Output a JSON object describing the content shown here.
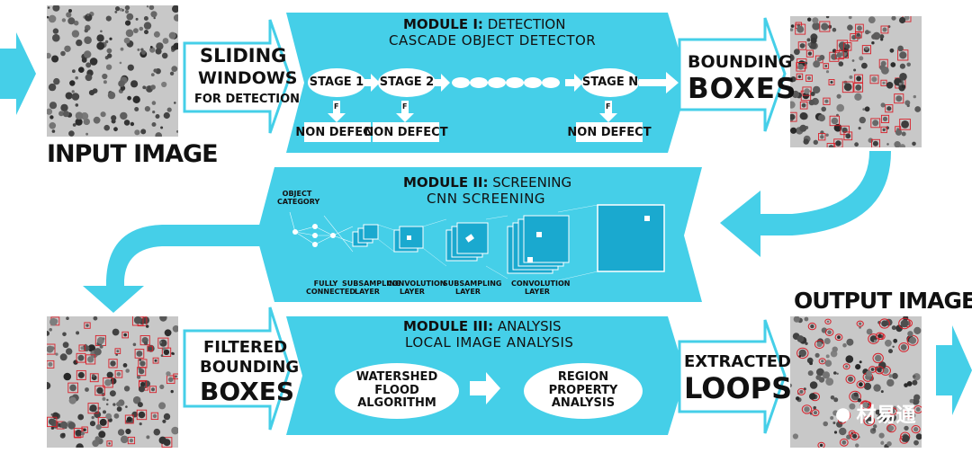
{
  "colors": {
    "accent": "#45cfe8",
    "accent_dark": "#1aa9cf",
    "box_red": "#d8202a",
    "text": "#111111"
  },
  "input": {
    "label": "INPUT IMAGE"
  },
  "sliding": {
    "line1": "SLIDING",
    "line2": "WINDOWS",
    "line3": "FOR DETECTION"
  },
  "module1": {
    "title_bold": "MODULE I:",
    "title_rest": " DETECTION",
    "subtitle": "CASCADE OBJECT DETECTOR",
    "stage1": "STAGE 1",
    "stage2": "STAGE 2",
    "stageN": "STAGE N",
    "f_label": "F",
    "non_defect": "NON DEFECT"
  },
  "bounding": {
    "line1": "BOUNDING",
    "line2": "BOXES"
  },
  "module2": {
    "title_bold": "MODULE II:",
    "title_rest": " SCREENING",
    "subtitle": "CNN SCREENING",
    "object_category_1": "OBJECT",
    "object_category_2": "CATEGORY",
    "labels": {
      "fully_1": "FULLY",
      "fully_2": "CONNECTED",
      "sub1_1": "SUBSAMPLING",
      "sub1_2": "LAYER",
      "conv1_1": "CONVOLUTION",
      "conv1_2": "LAYER",
      "sub2_1": "SUBSAMPLING",
      "sub2_2": "LAYER",
      "conv2_1": "CONVOLUTION",
      "conv2_2": "LAYER"
    }
  },
  "filtered": {
    "line1": "FILTERED",
    "line2": "BOUNDING",
    "line3": "BOXES"
  },
  "module3": {
    "title_bold": "MODULE III:",
    "title_rest": " ANALYSIS",
    "subtitle": "LOCAL IMAGE ANALYSIS",
    "watershed_1": "WATERSHED FLOOD",
    "watershed_2": "ALGORITHM",
    "region_1": "REGION PROPERTY",
    "region_2": "ANALYSIS"
  },
  "extracted": {
    "line1": "EXTRACTED",
    "line2": "LOOPS"
  },
  "output": {
    "label": "OUTPUT IMAGE"
  },
  "watermark": {
    "text": "材易通"
  }
}
